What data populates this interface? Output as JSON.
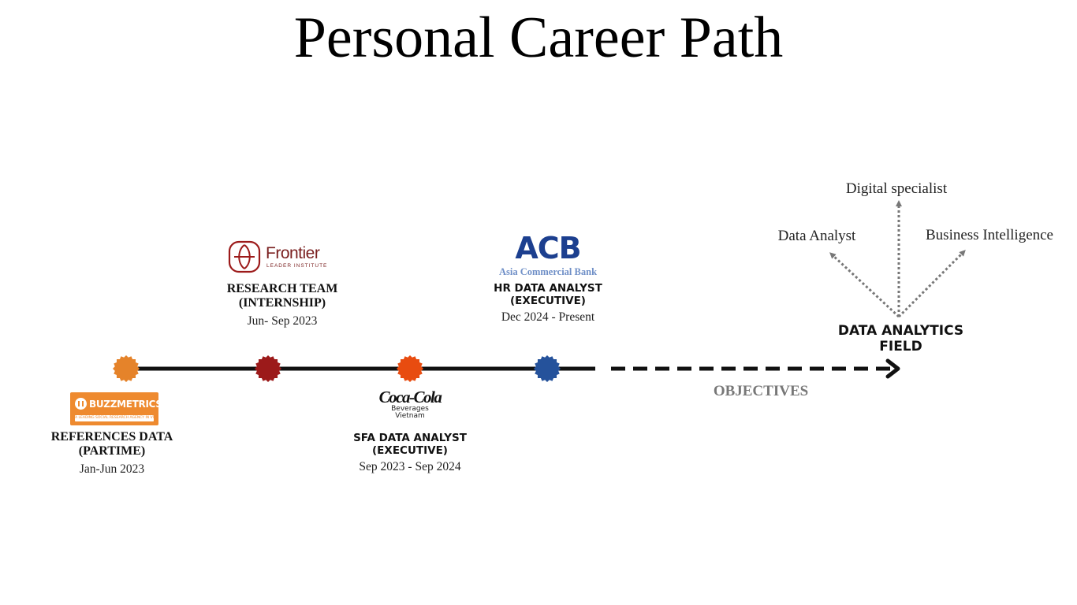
{
  "title": "Personal Career Path",
  "milestones": [
    {
      "logo_text": "BUZZMETRICS",
      "logo_tagline": "A LEADING SOCIAL RESEARCH AGENCY IN VIETNAM",
      "role_line1": "REFERENCES DATA",
      "role_line2": "(PARTIME)",
      "period": "Jan-Jun 2023",
      "color": "#e5832a"
    },
    {
      "logo_text": "Frontier",
      "logo_tagline": "LEADER INSTITUTE",
      "role_line1": "RESEARCH TEAM",
      "role_line2": "(INTERNSHIP)",
      "period": "Jun- Sep 2023",
      "color": "#9c1a1a"
    },
    {
      "logo_text": "Coca-Cola",
      "logo_tagline_1": "Beverages",
      "logo_tagline_2": "Vietnam",
      "role_line1": "SFA DATA ANALYST",
      "role_line2": "(EXECUTIVE)",
      "period": "Sep 2023 - Sep 2024",
      "color": "#e84c10"
    },
    {
      "logo_text": "ACB",
      "logo_tagline": "Asia Commercial Bank",
      "role_line1": "HR DATA ANALYST",
      "role_line2": "(EXECUTIVE)",
      "period": "Dec 2024 - Present",
      "color": "#25529b"
    }
  ],
  "objectives_label": "OBJECTIVES",
  "goal": {
    "line1": "DATA ANALYTICS",
    "line2": "FIELD"
  },
  "branches": {
    "left": "Data Analyst",
    "top": "Digital specialist",
    "right": "Business Intelligence"
  },
  "colors": {
    "timeline": "#111111",
    "arrows": "#777777",
    "objectives_text": "#777777"
  }
}
